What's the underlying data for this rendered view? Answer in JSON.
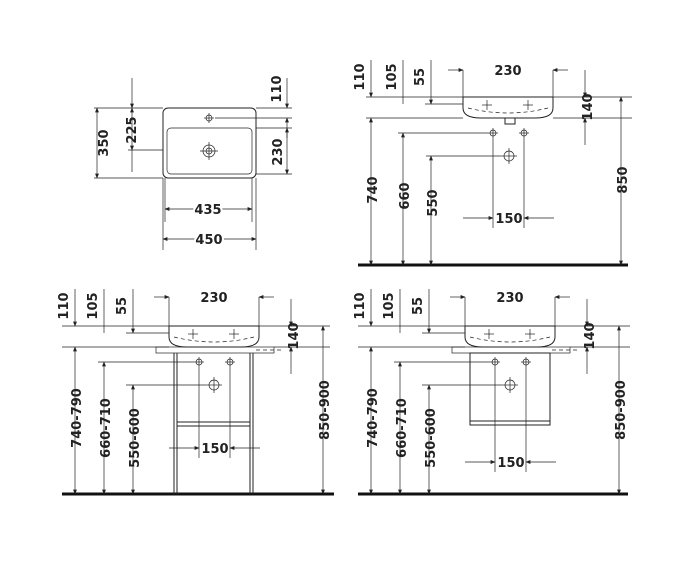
{
  "views": {
    "top": {
      "dims": {
        "d110": "110",
        "d350": "350",
        "d225": "225",
        "d230": "230",
        "d435": "435",
        "d450": "450"
      }
    },
    "wall": {
      "dims": {
        "d110": "110",
        "d105": "105",
        "d55": "55",
        "d230": "230",
        "d140": "140",
        "d740": "740",
        "d660": "660",
        "d550": "550",
        "d150": "150",
        "d850": "850"
      }
    },
    "stand_open": {
      "dims": {
        "d110": "110",
        "d105": "105",
        "d55": "55",
        "d230": "230",
        "d140": "140",
        "d740": "740-790",
        "d660": "660-710",
        "d550": "550-600",
        "d150": "150",
        "d850": "850-900"
      }
    },
    "stand_closed": {
      "dims": {
        "d110": "110",
        "d105": "105",
        "d55": "55",
        "d230": "230",
        "d140": "140",
        "d740": "740-790",
        "d660": "660-710",
        "d550": "550-600",
        "d150": "150",
        "d850": "850-900"
      }
    }
  }
}
